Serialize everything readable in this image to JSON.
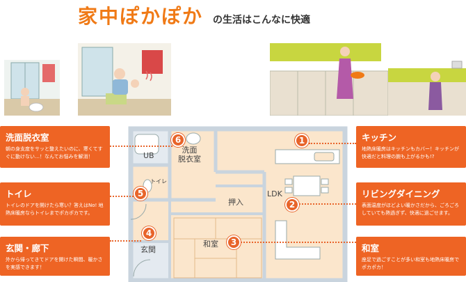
{
  "header": {
    "title": "家中ぽかぽか",
    "subtitle": "の生活はこんなに快適"
  },
  "cards": [
    {
      "id": "washroom",
      "title": "洗面脱衣室",
      "body": "朝の身支度をサッと整えたいのに、寒くてすぐに動けない…！なんてお悩みを解消！"
    },
    {
      "id": "toilet",
      "title": "トイレ",
      "body": "トイレのドアを開けたら寒い？答えはNo! 地熱床暖房ならトイレまでポカポカです。"
    },
    {
      "id": "entrance",
      "title": "玄関・廊下",
      "body": "外から帰ってきてドアを開けた瞬間、暖かさを実感できます！"
    },
    {
      "id": "kitchen",
      "title": "キッチン",
      "body": "地熱床暖房はキッチンもカバー！キッチンが快適だと料理の腕も上がるかも!?"
    },
    {
      "id": "living",
      "title": "リビングダイニング",
      "body": "表面温度がほどよい暖かさだから、ごろごろしていても熱過ぎず、快適に過ごせます。"
    },
    {
      "id": "japanese",
      "title": "和室",
      "body": "座足で過ごすことが多い和室も地熱床暖房でポカポカ！"
    }
  ],
  "rooms": {
    "ub": "UB",
    "washroom": "洗面\n脱衣室",
    "toilet": "トイレ",
    "entrance": "玄関",
    "closet": "押入",
    "washitsu": "和室",
    "ldk": "LDK"
  },
  "markers": [
    "1",
    "2",
    "3",
    "4",
    "5",
    "6"
  ],
  "colors": {
    "accent": "#ee6424",
    "title": "#f07a16",
    "floor": "#fbe6cc",
    "wall": "#c9d4de"
  }
}
